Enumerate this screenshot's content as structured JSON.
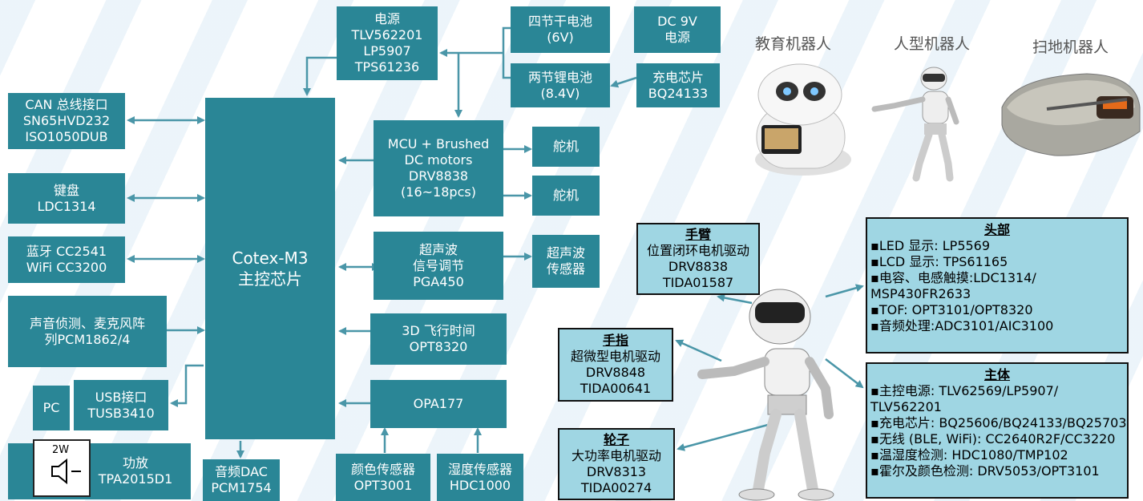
{
  "chip_boxes": {
    "power": "电源\nTLV562201\nLP5907\nTPS61236",
    "battery_4": "四节干电池\n(6V)",
    "dc_9v": "DC 9V\n电源",
    "battery_li": "两节锂电池\n(8.4V)",
    "charger": "充电芯片\nBQ24133",
    "can": "CAN 总线接口\nSN65HVD232\nISO1050DUB",
    "keyboard": "键盘\nLDC1314",
    "bt_wifi": "蓝牙  CC2541\nWiFi CC3200",
    "audio_in": "声音侦测、麦克风阵\n列PCM1862/4",
    "pc": "PC",
    "usb": "USB接口\nTUSB3410",
    "amp": "功放\nTPA2015D1",
    "cpu": "Cotex-M3\n主控芯片",
    "dac": "音频DAC\nPCM1754",
    "mcu_motor": "MCU + Brushed\nDC motors\nDRV8838\n(16~18pcs)",
    "servo1": "舵机",
    "servo2": "舵机",
    "ultra_cond": "超声波\n信号调节\nPGA450",
    "ultra_sensor": "超声波\n传感器",
    "tof": "3D 飞行时间\nOPT8320",
    "opa": "OPA177",
    "color_sensor": "颜色传感器\nOPT3001",
    "humidity": "湿度传感器\nHDC1000"
  },
  "speaker": {
    "power": "2W",
    "icon": "speaker-icon"
  },
  "robot_labels": {
    "education": "教育机器人",
    "humanoid": "人型机器人",
    "sweeper": "扫地机器人"
  },
  "arm": {
    "title": "手臂",
    "lines": [
      "位置闭环电机驱动",
      "DRV8838",
      "TIDA01587"
    ]
  },
  "finger": {
    "title": "手指",
    "lines": [
      "超微型电机驱动",
      "DRV8848",
      "TIDA00641"
    ]
  },
  "wheel": {
    "title": "轮子",
    "lines": [
      "大功率电机驱动",
      "DRV8313",
      "TIDA00274"
    ]
  },
  "head": {
    "title": "头部",
    "lines": [
      "▪LED 显示: LP5569",
      "▪LCD 显示: TPS61165",
      "▪电容、电感触摸:LDC1314/",
      "MSP430FR2633",
      "▪TOF: OPT3101/OPT8320",
      "▪音频处理:ADC3101/AIC3100"
    ]
  },
  "body_part": {
    "title": "主体",
    "lines": [
      "▪主控电源: TLV62569/LP5907/",
      "TLV562201",
      "▪充电芯片: BQ25606/BQ24133/BQ25703",
      "▪无线 (BLE, WiFi): CC2640R2F/CC3220",
      "▪温湿度检测: HDC1080/TMP102",
      "▪霍尔及颜色检测: DRV5053/OPT3101"
    ]
  },
  "colors": {
    "box": "#2a8696",
    "arrow": "#4a96a8",
    "callout": "#9fd6e3"
  }
}
